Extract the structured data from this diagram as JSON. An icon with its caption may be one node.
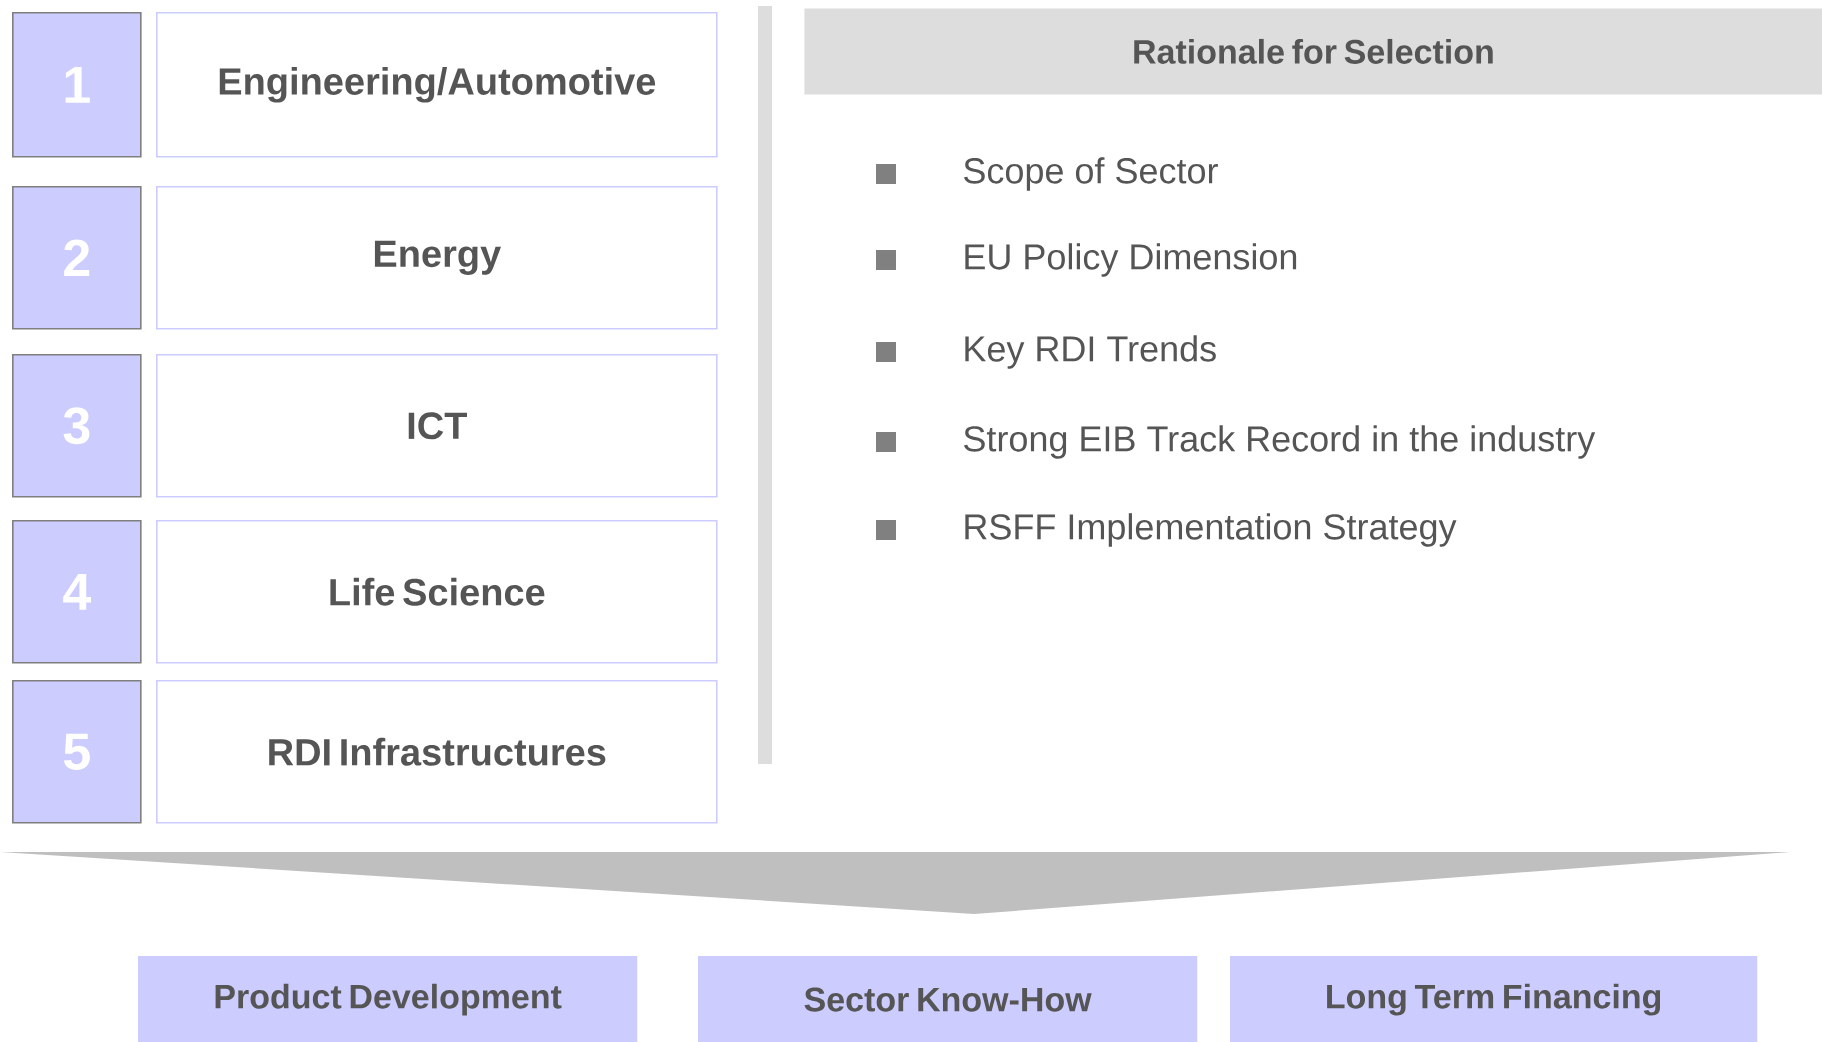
{
  "diagram": {
    "nodes": [
      {
        "text": [
          "1"
        ]
      },
      {
        "text": [
          "Engineering/Automotive"
        ]
      },
      {
        "text": [
          "2"
        ]
      },
      {
        "text": [
          "Energy"
        ]
      },
      {
        "text": [
          "3"
        ]
      },
      {
        "text": [
          "ICT"
        ]
      },
      {
        "text": [
          "4"
        ]
      },
      {
        "text": [
          "Life Science"
        ]
      },
      {
        "text": [
          "5"
        ]
      },
      {
        "text": [
          "RDI Infrastructures"
        ]
      },
      {
        "text": [
          "Rationale for Selection"
        ]
      },
      {
        "text": [
          "Product Development"
        ]
      },
      {
        "text": [
          "Sector Know-How"
        ]
      },
      {
        "text": [
          "Long Term Financing"
        ]
      }
    ],
    "edges": [],
    "labels": [
      "Scope of Sector",
      "EU Policy Dimension",
      "Key RDI Trends",
      "Strong EIB Track Record in the industry",
      "RSFF Implementation Strategy"
    ]
  }
}
